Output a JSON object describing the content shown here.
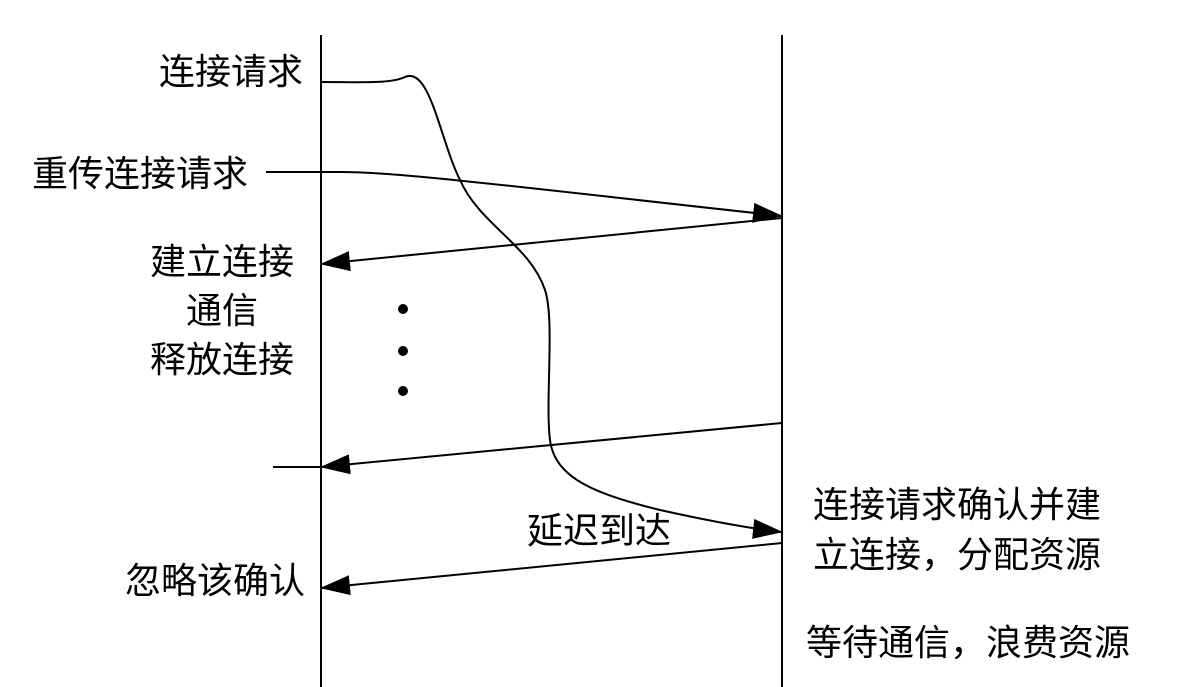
{
  "diagram": {
    "left_labels": {
      "connection_request": "连接请求",
      "retransmit_request": "重传连接请求",
      "establish_connection": "建立连接",
      "communication": "通信",
      "release_connection": "释放连接",
      "ignore_confirmation": "忽略该确认"
    },
    "right_labels": {
      "confirm_line1": "连接请求确认并建",
      "confirm_line2": "立连接，分配资源",
      "waiting": "等待通信，浪费资源"
    },
    "middle_labels": {
      "delayed_arrival": "延迟到达"
    }
  }
}
